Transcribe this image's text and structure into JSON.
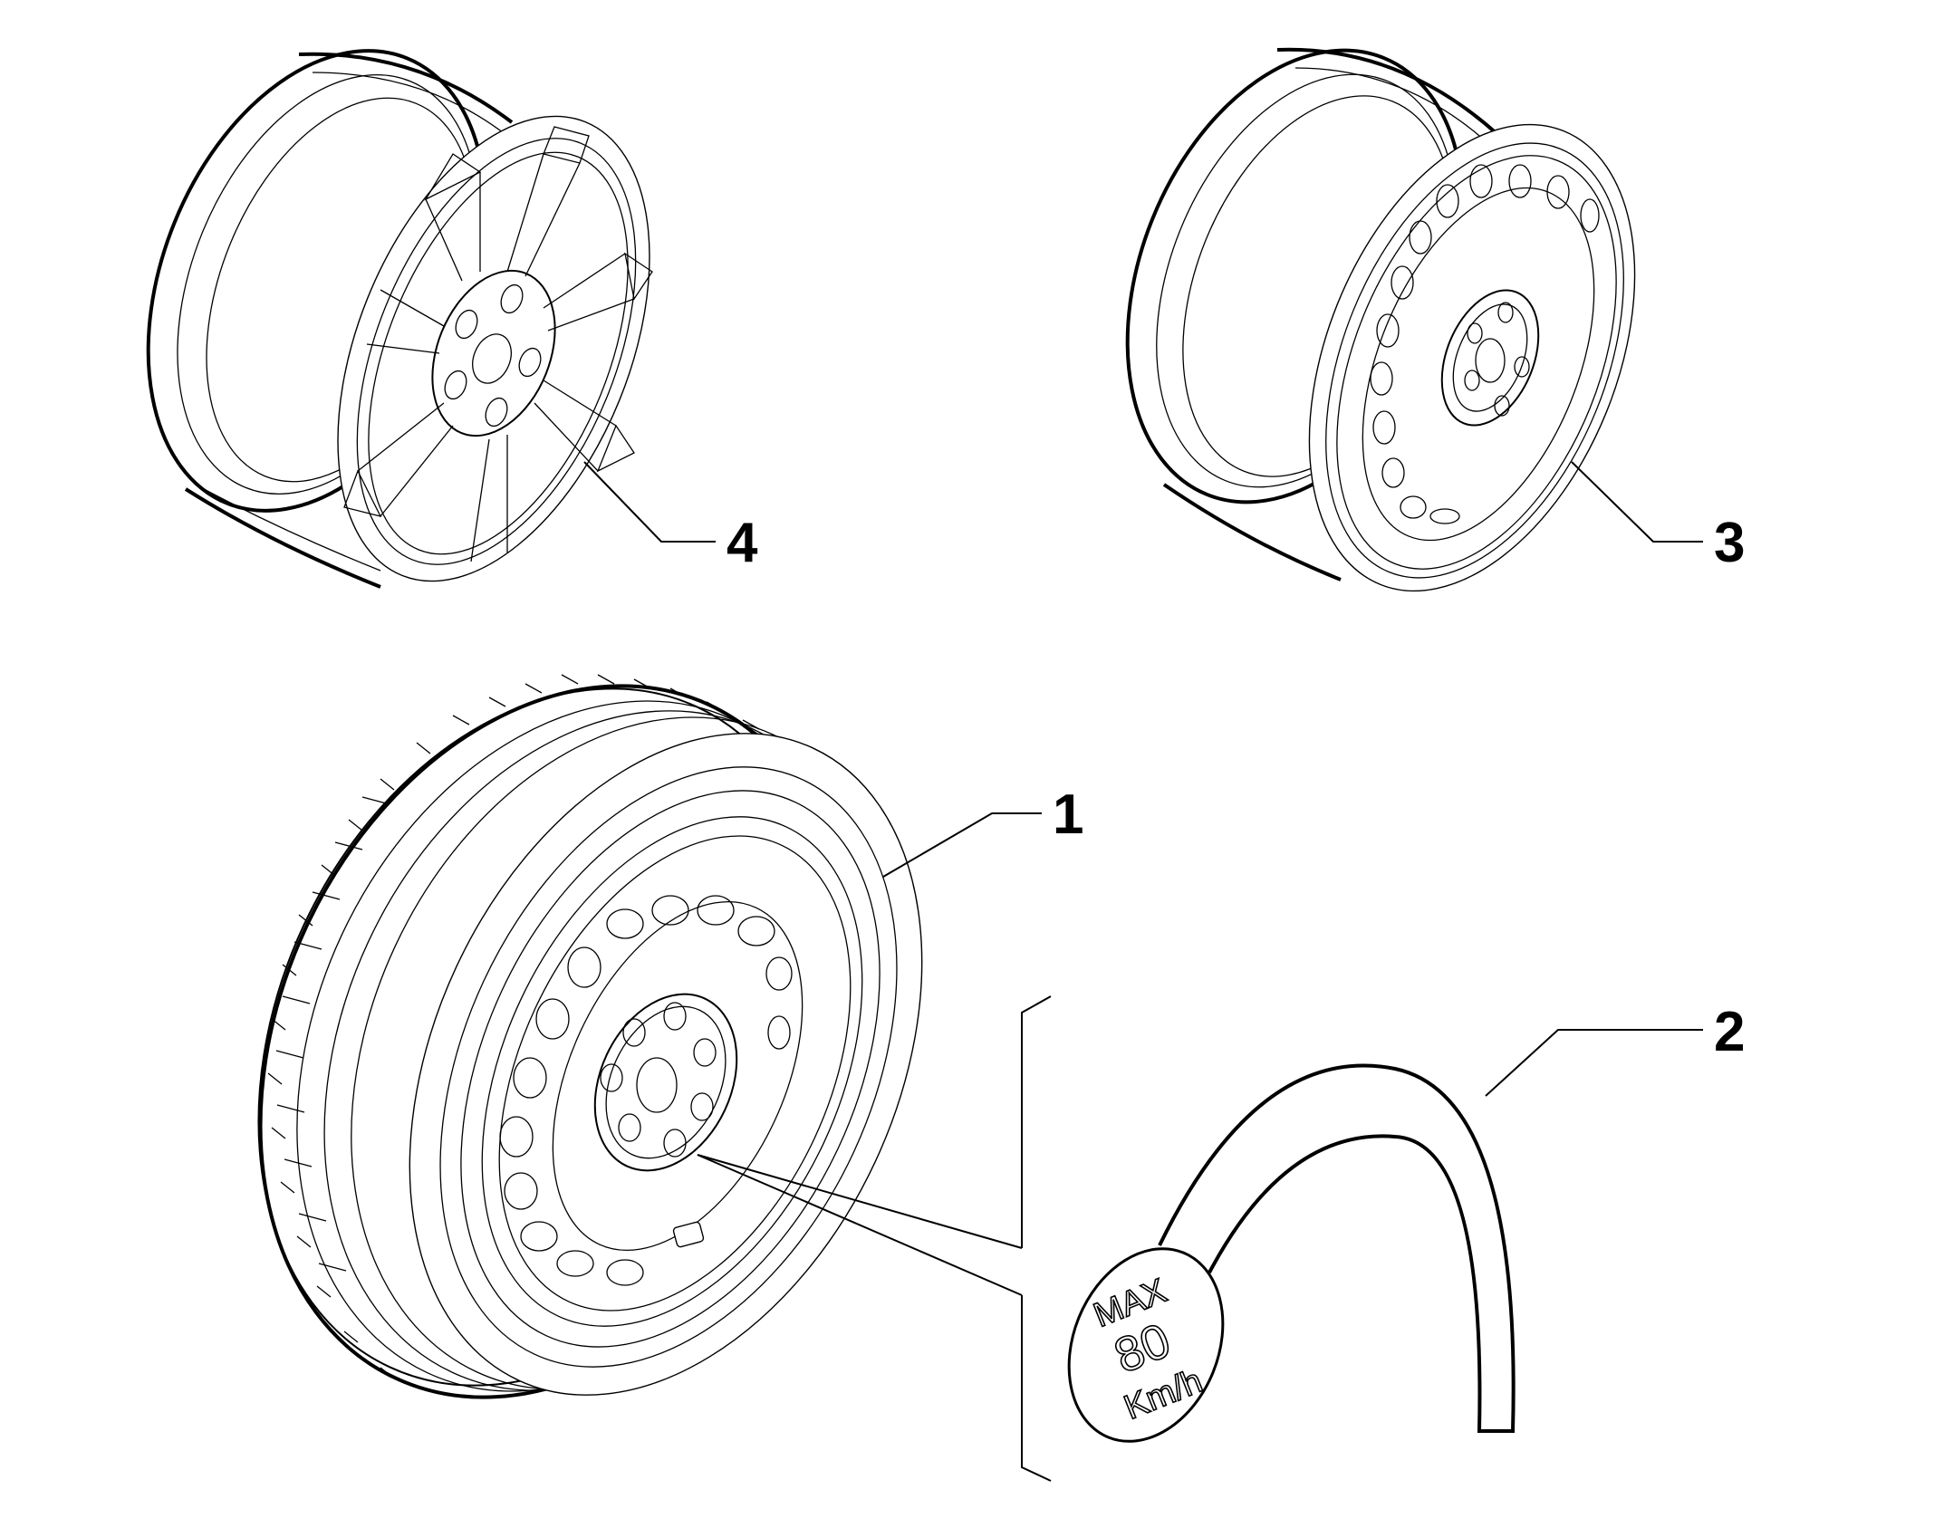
{
  "callouts": {
    "c1": "1",
    "c2": "2",
    "c3": "3",
    "c4": "4"
  },
  "tag": {
    "line1": "MAX",
    "line2": "80",
    "line3": "Km/h"
  },
  "colors": {
    "ink": "#000000",
    "paper": "#ffffff"
  }
}
